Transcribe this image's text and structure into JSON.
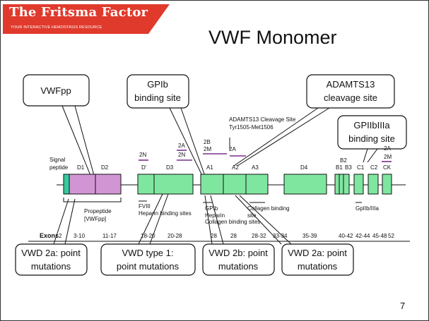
{
  "header": {
    "logo_name": "The Fritsma Factor",
    "logo_tagline": "YOUR INTERACTIVE HEMOSTASIS RESOURCE",
    "title": "VWF Monomer"
  },
  "colors": {
    "logo_red": "#e03a2c",
    "propeptide": "#d295d4",
    "signal_peptide": "#35cba0",
    "mature_domain": "#7fe6a0",
    "mutation_bar": "#7a2e8a"
  },
  "callouts": {
    "vwfpp": "VWFpp",
    "gpib": [
      "GPIb",
      "binding site"
    ],
    "adamts13": [
      "ADAMTS13",
      "cleavage site"
    ],
    "gpiibiiia": [
      "GPIIbIIIa",
      "binding site"
    ],
    "vwd2a_left": [
      "VWD 2a: point",
      "mutations"
    ],
    "vwd1": [
      "VWD type 1:",
      "point mutations"
    ],
    "vwd2b": [
      "VWD 2b: point",
      "mutations"
    ],
    "vwd2a_right": [
      "VWD 2a: point",
      "mutations"
    ]
  },
  "domains": {
    "signal": [
      "Signal",
      "peptide"
    ],
    "d1": "D1",
    "d2": "D2",
    "dprime": "D'",
    "d3": "D3",
    "a1": "A1",
    "a2": "A2",
    "a3": "A3",
    "d4": "D4",
    "b1": "B1",
    "b2": "B2",
    "b3": "B3",
    "c1": "C1",
    "c2": "C2",
    "ck": "CK"
  },
  "annotations": {
    "cleavage_site": [
      "ADAMTS13 Cleavage Site",
      "Tyr1505-Met1506"
    ],
    "subtype_2n_dprime": "2N",
    "subtype_2a_d3": "2A",
    "subtype_2n_d3": "2N",
    "subtype_2b_a1": "2B",
    "subtype_2m_a1": "2M",
    "subtype_2a_a2": "2A",
    "subtype_2a_ck": "2A",
    "subtype_2m_ck": "2M",
    "propeptide": [
      "Propeptide",
      "[VWFpp]"
    ],
    "fviii_heparin": [
      "FVIII",
      "Heparin binding sites"
    ],
    "gpib_heparin_collagen": [
      "GPIb",
      "Heparin",
      "Collagen binding sites"
    ],
    "collagen_site": [
      "Collagen binding",
      "site"
    ],
    "gpiibiiia_small": "GpIIb/IIIa"
  },
  "exons": {
    "label": "Exons",
    "values": [
      "2",
      "3-10",
      "11-17",
      "18-20",
      "20-28",
      "28",
      "28",
      "28-32",
      "33-34",
      "35-39",
      "40-42",
      "42-44",
      "45-48",
      "52"
    ]
  },
  "page_number": "7"
}
